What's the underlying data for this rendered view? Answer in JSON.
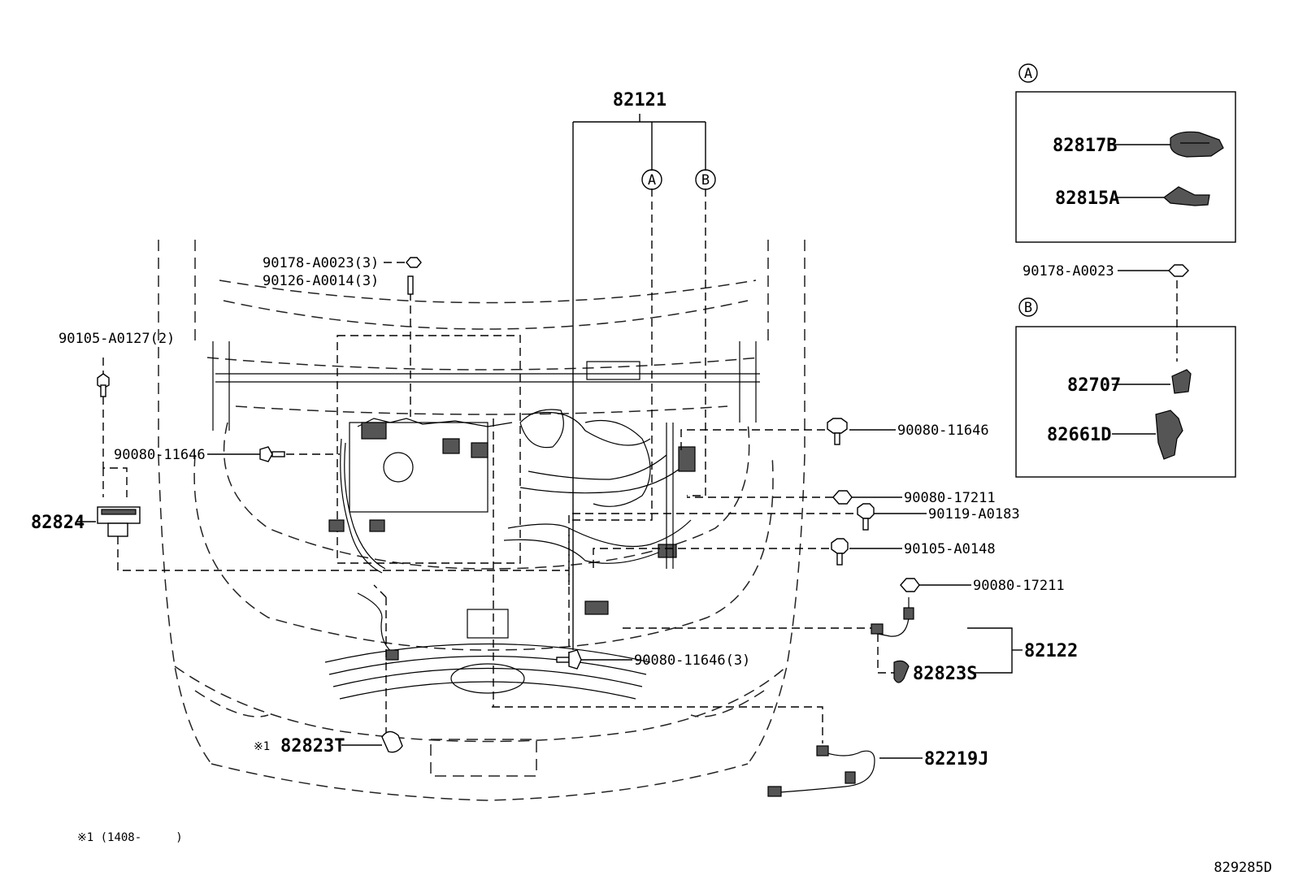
{
  "callouts": {
    "a": "A",
    "b": "B"
  },
  "parts": {
    "p82121": "82121",
    "p82817B": "82817B",
    "p82815A": "82815A",
    "p90178_box": "90178-A0023",
    "p82707": "82707",
    "p82661D": "82661D",
    "p90178_3": "90178-A0023(3)",
    "p90126_3": "90126-A0014(3)",
    "p90105_A0127": "90105-A0127(2)",
    "p90080_11646_left": "90080-11646",
    "p82824": "82824",
    "p90080_11646_right": "90080-11646",
    "p90080_17211_a": "90080-17211",
    "p90119_A0183": "90119-A0183",
    "p90105_A0148": "90105-A0148",
    "p90080_17211_b": "90080-17211",
    "p82122": "82122",
    "p82823S": "82823S",
    "p90080_11646_3": "90080-11646(3)",
    "p82823T": "82823T",
    "p82219J": "82219J"
  },
  "footnote": {
    "mark_label": "※1",
    "note": "※1 (1408-     )"
  },
  "drawing_code": "829285D"
}
